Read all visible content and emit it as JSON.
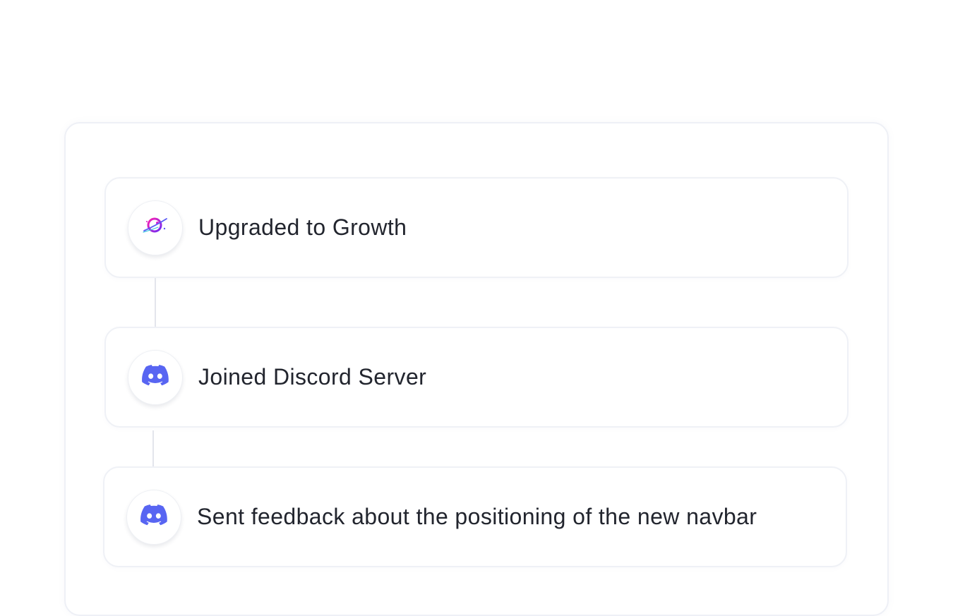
{
  "timeline": {
    "events": [
      {
        "label": "Upgraded to Growth",
        "icon": "growth-planet-icon"
      },
      {
        "label": "Joined Discord Server",
        "icon": "discord-icon"
      },
      {
        "label": "Sent feedback about the positioning of the new navbar",
        "icon": "discord-icon"
      }
    ]
  },
  "colors": {
    "text": "#22252e",
    "discord": "#5865F2",
    "growth_primary": "#d91bd1",
    "growth_secondary": "#5b5cf6",
    "card_border": "#eff1f6",
    "connector": "#e3e5ec"
  }
}
